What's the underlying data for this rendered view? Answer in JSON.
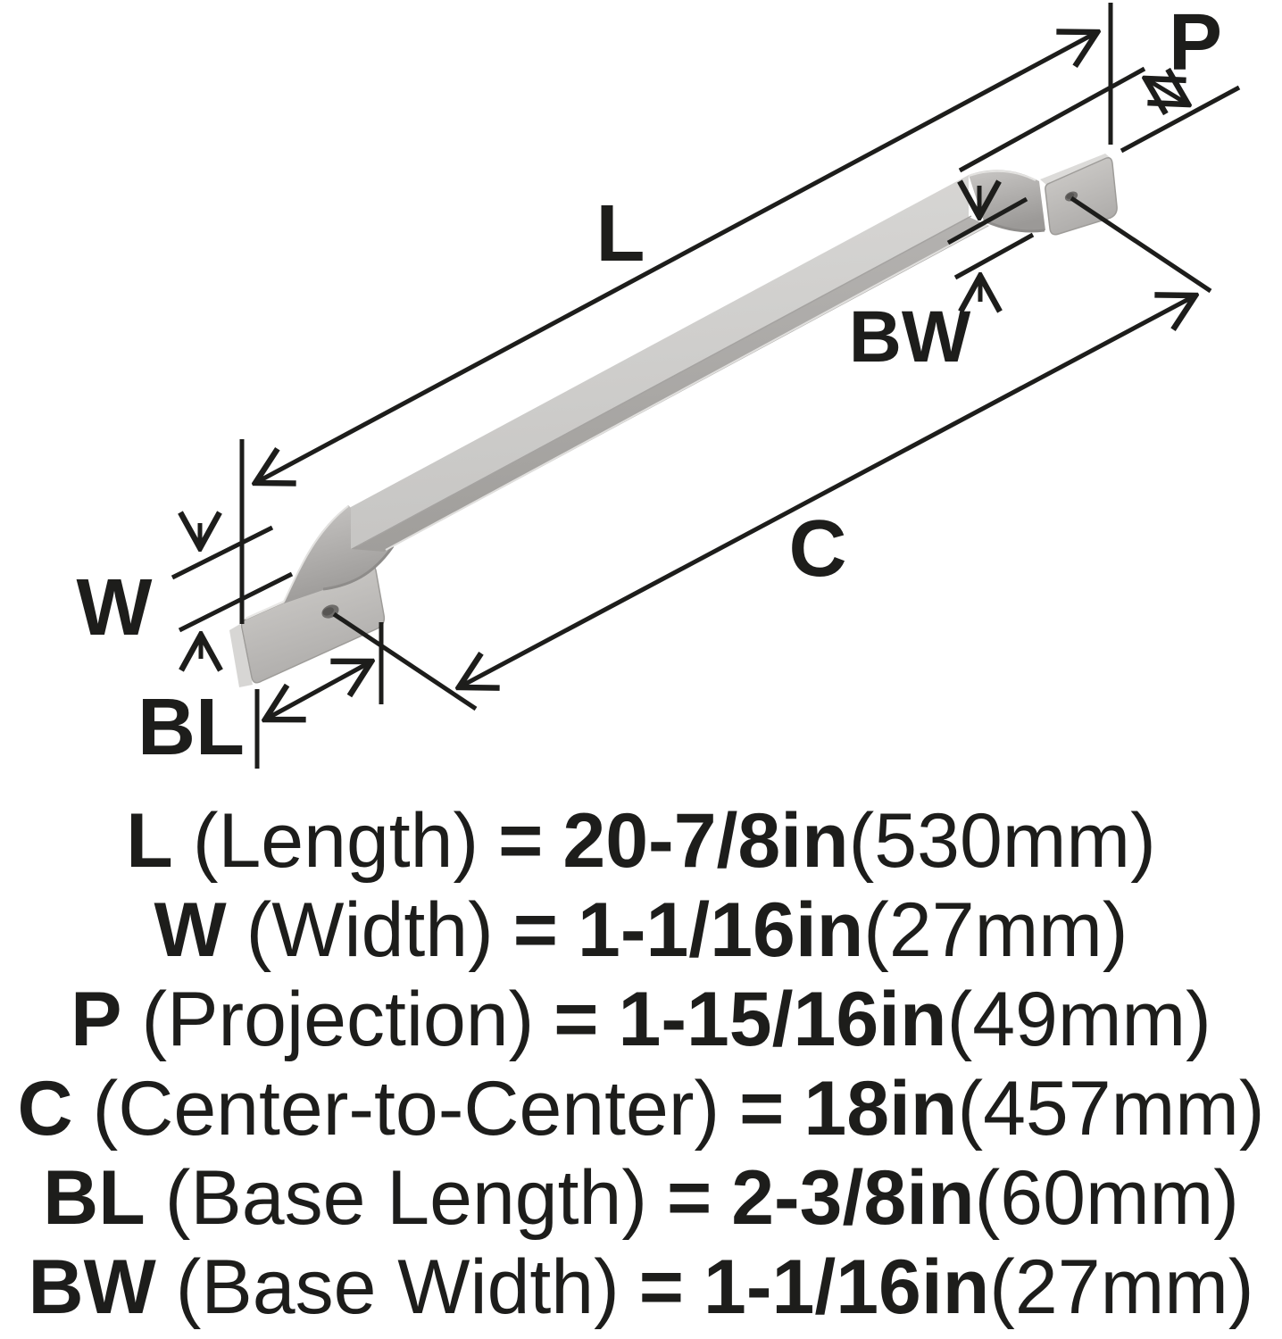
{
  "diagram": {
    "labels": {
      "L": "L",
      "W": "W",
      "P": "P",
      "C": "C",
      "BL": "BL",
      "BW": "BW"
    },
    "colors": {
      "line": "#1d1d1b",
      "background": "#ffffff",
      "metal_light": "#d9d8d6",
      "metal_mid": "#c0bebc",
      "metal_dark": "#a09e9b"
    },
    "subject": "appliance-pull-handle"
  },
  "specs": {
    "rows": [
      {
        "abbr": "L",
        "name": "(Length)",
        "eq": "=",
        "value": "20-7/8in",
        "metric": "(530mm)"
      },
      {
        "abbr": "W",
        "name": "(Width)",
        "eq": "=",
        "value": "1-1/16in",
        "metric": "(27mm)"
      },
      {
        "abbr": "P",
        "name": "(Projection)",
        "eq": "=",
        "value": "1-15/16in",
        "metric": "(49mm)"
      },
      {
        "abbr": "C",
        "name": "(Center-to-Center)",
        "eq": "=",
        "value": "18in",
        "metric": "(457mm)"
      },
      {
        "abbr": "BL",
        "name": "(Base Length)",
        "eq": "=",
        "value": "2-3/8in",
        "metric": "(60mm)"
      },
      {
        "abbr": "BW",
        "name": "(Base Width)",
        "eq": "=",
        "value": "1-1/16in",
        "metric": "(27mm)"
      }
    ]
  }
}
